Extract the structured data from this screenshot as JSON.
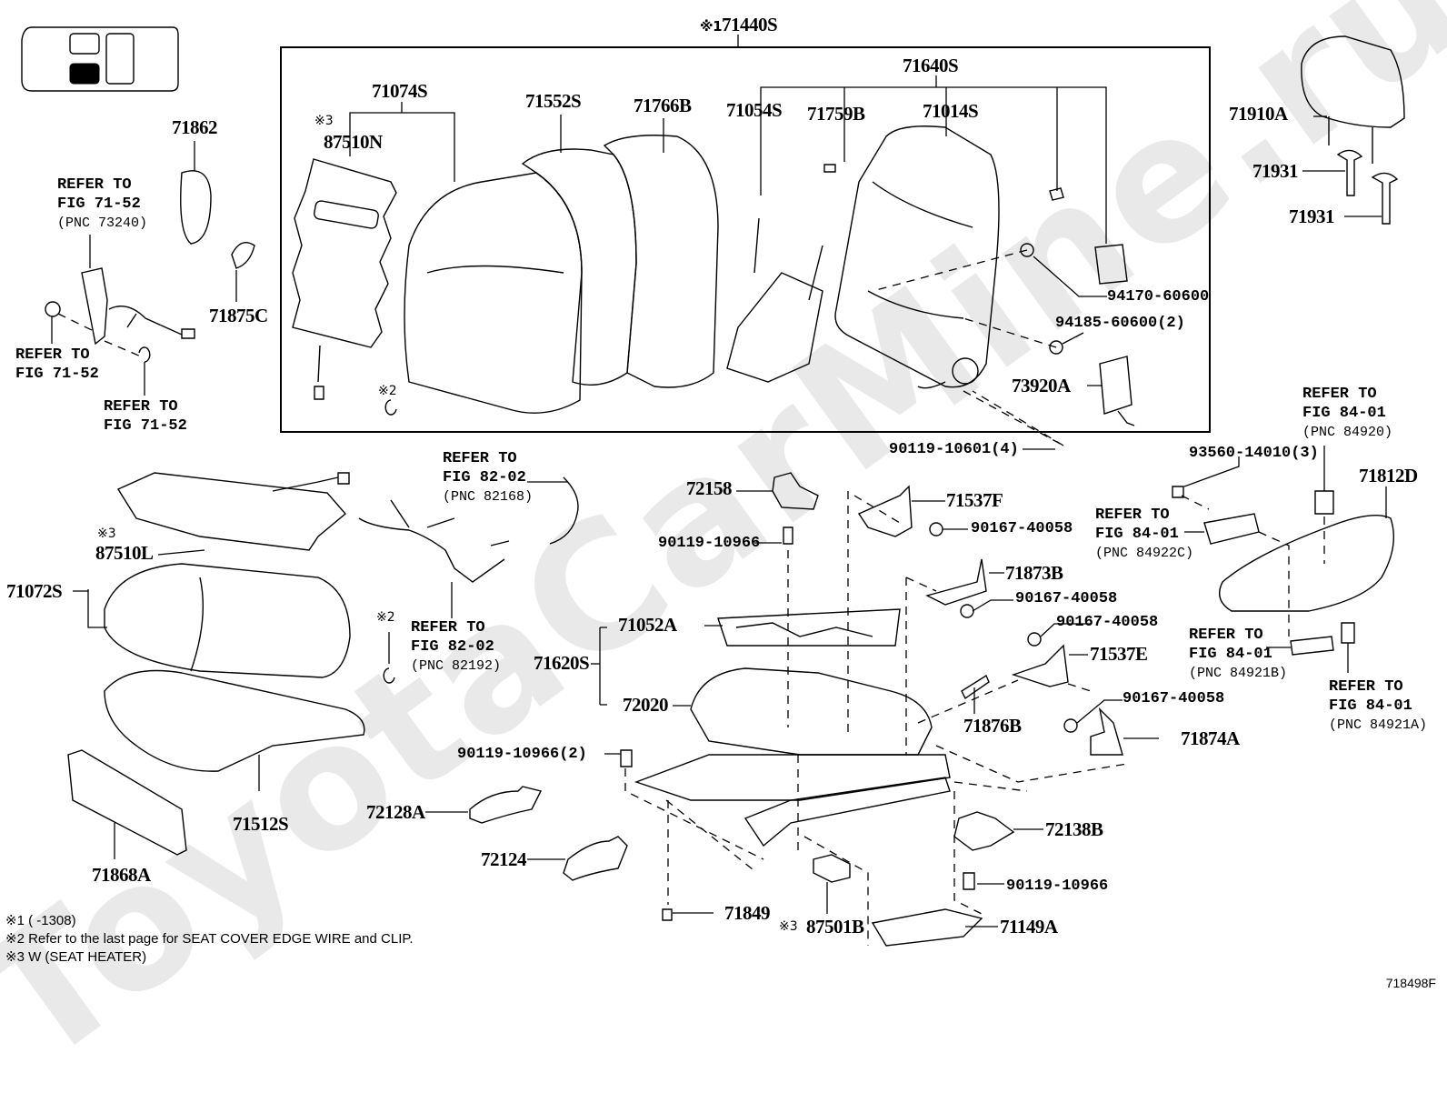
{
  "diagram": {
    "figure_id": "718498F",
    "assembly_label": "※1 71440S",
    "assembly_mark": "※1",
    "assembly_part": "71440S",
    "vehicle_position_icon": "seat-position-front-left",
    "parts": {
      "p71074S": "71074S",
      "p87510N": "87510N",
      "p87510N_mark": "※3",
      "p71552S": "71552S",
      "p71766B": "71766B",
      "p71054S": "71054S",
      "p71759B": "71759B",
      "p71640S": "71640S",
      "p71014S": "71014S",
      "p94170": "94170-60600",
      "p94185": "94185-60600(2)",
      "p73920A": "73920A",
      "p90119_10601": "90119-10601(4)",
      "p71862": "71862",
      "p71875C": "71875C",
      "p71910A": "71910A",
      "p71931a": "71931",
      "p71931b": "71931",
      "p87510L": "87510L",
      "p87510L_mark": "※3",
      "p71072S": "71072S",
      "p71512S": "71512S",
      "p71868A": "71868A",
      "p72158": "72158",
      "p90119_10966_top": "90119-10966",
      "p71537F": "71537F",
      "p90167_a": "90167-40058",
      "p71873B": "71873B",
      "p90167_b": "90167-40058",
      "p90167_c": "90167-40058",
      "p71537E": "71537E",
      "p90167_d": "90167-40058",
      "p71874A": "71874A",
      "p71876B": "71876B",
      "p71052A": "71052A",
      "p71620S": "71620S",
      "p72020": "72020",
      "p90119_10966_2": "90119-10966(2)",
      "p72128A": "72128A",
      "p72124": "72124",
      "p72138B": "72138B",
      "p90119_10966_bot": "90119-10966",
      "p71849": "71849",
      "p87501B": "87501B",
      "p87501B_mark": "※3",
      "p71149A": "71149A",
      "p93560": "93560-14010(3)",
      "p71812D": "71812D",
      "clip_mark_upper": "※2",
      "clip_mark_lower": "※2"
    },
    "references": {
      "ref_73240": {
        "line1": "REFER TO",
        "line2": "FIG 71-52",
        "pnc": "(PNC 73240)"
      },
      "ref_7152_left": {
        "line1": "REFER TO",
        "line2": "FIG 71-52"
      },
      "ref_7152_bottom": {
        "line1": "REFER TO",
        "line2": "FIG 71-52"
      },
      "ref_82168": {
        "line1": "REFER TO",
        "line2": "FIG 82-02",
        "pnc": "(PNC 82168)"
      },
      "ref_82192": {
        "line1": "REFER TO",
        "line2": "FIG 82-02",
        "pnc": "(PNC 82192)"
      },
      "ref_84920": {
        "line1": "REFER TO",
        "line2": "FIG 84-01",
        "pnc": "(PNC 84920)"
      },
      "ref_84922C": {
        "line1": "REFER TO",
        "line2": "FIG 84-01",
        "pnc": "(PNC 84922C)"
      },
      "ref_84921B": {
        "line1": "REFER TO",
        "line2": "FIG 84-01",
        "pnc": "(PNC 84921B)"
      },
      "ref_84921A": {
        "line1": "REFER TO",
        "line2": "FIG 84-01",
        "pnc": "(PNC 84921A)"
      }
    },
    "notes": [
      "※1 (      -1308)",
      "※2 Refer to the last page for SEAT COVER EDGE WIRE and CLIP.",
      "※3 W (SEAT HEATER)"
    ],
    "watermark": "ToyotaCarMine.ru"
  }
}
